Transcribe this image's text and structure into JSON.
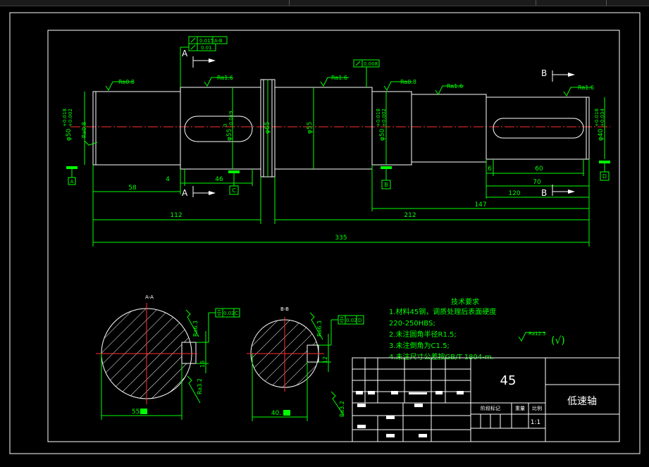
{
  "window": {
    "title_text": ""
  },
  "colors": {
    "background": "#000000",
    "dimension": "#00ff00",
    "outline": "#ffffff",
    "centerline": "#ff3030",
    "hatch": "#ffffff"
  },
  "section_markers": {
    "a": "A",
    "b": "B"
  },
  "datums": {
    "a": "A",
    "b": "B",
    "c": "C",
    "d": "D"
  },
  "tolerances": {
    "runout_value": "0.015",
    "runout_ref": "A-B",
    "cyl_value": "0.01",
    "runout2_value": "0.008",
    "sym_a_value": "0.02",
    "sym_a_ref": "C",
    "sym_b_value": "0.02",
    "sym_b_ref": "D"
  },
  "roughness": {
    "r1": "Ra0.8",
    "r2": "Ra1.6",
    "r3": "Ra1.6",
    "r4": "Ra0.8",
    "r5": "Ra1.6",
    "r6": "Ra1.6",
    "r7": "Ra0.8",
    "r8": "Ra6.3",
    "r9": "Ra3.2",
    "r10": "Ra6.3",
    "r11": "Ra3.2",
    "general": "Ra12.5",
    "general_mark": "(√)"
  },
  "diameters": {
    "d1": "φ50",
    "d1_tol_upper": "+0.018",
    "d1_tol_lower": "+0.002",
    "d2": "φ55",
    "d2_tol_upper": "0",
    "d2_tol_lower": "-0.019",
    "d3": "φ65",
    "d4": "φ55",
    "d5": "φ50",
    "d5_tol_upper": "+0.018",
    "d5_tol_lower": "+0.002",
    "d6": "φ40",
    "d6_tol_upper": "+0.018",
    "d6_tol_lower": "+0.034"
  },
  "dimensions": {
    "dim_58": "58",
    "dim_4": "4",
    "dim_46": "46",
    "dim_112": "112",
    "dim_212": "212",
    "dim_335": "335",
    "dim_147": "147",
    "dim_120": "120",
    "dim_70": "70",
    "dim_60": "60",
    "dim_6": "6",
    "sec_a_width": "55.",
    "sec_a_key": "16",
    "sec_b_width": "40.",
    "sec_b_key": "12"
  },
  "sections": {
    "a_title": "A-A",
    "b_title": "B-B"
  },
  "notes": {
    "title": "技术要求",
    "line1": "1.材料45钢，调质处理后表面硬度",
    "line2": "220-250HBS;",
    "line3": "2.未注圆角半径R1.5;",
    "line4": "3.未注倒角为C1.5;",
    "line5": "4.未注尺寸公差按GB/T 1804-m."
  },
  "title_block": {
    "material": "45",
    "part_name": "低速轴",
    "label_stage": "阶段标记",
    "label_weight": "重量",
    "label_scale": "比例",
    "scale": "1:1"
  }
}
